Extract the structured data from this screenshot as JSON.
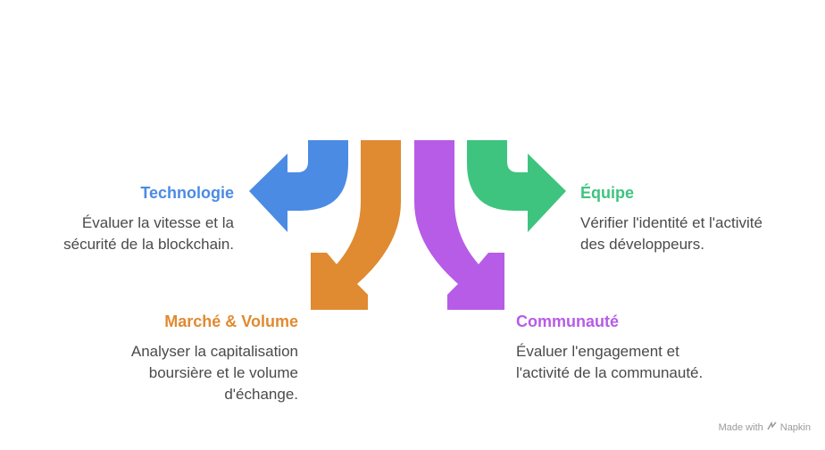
{
  "colors": {
    "technologie": "#4b8be4",
    "marche": "#e08a31",
    "communaute": "#b75ce6",
    "equipe": "#3ec47f",
    "text": "#4a4a4a"
  },
  "items": {
    "technologie": {
      "title": "Technologie",
      "desc": [
        "Évaluer la vitesse et la",
        "sécurité de la blockchain."
      ]
    },
    "marche": {
      "title": "Marché & Volume",
      "desc": [
        "Analyser la capitalisation",
        "boursière et le volume",
        "d'échange."
      ]
    },
    "equipe": {
      "title": "Équipe",
      "desc": [
        "Vérifier l'identité et l'activité",
        "des développeurs."
      ]
    },
    "communaute": {
      "title": "Communauté",
      "desc": [
        "Évaluer l'engagement et",
        "l'activité de la communauté."
      ]
    }
  },
  "footer": {
    "made_with": "Made with",
    "brand": "Napkin",
    "brand_icon": "napkin-logo-icon"
  }
}
